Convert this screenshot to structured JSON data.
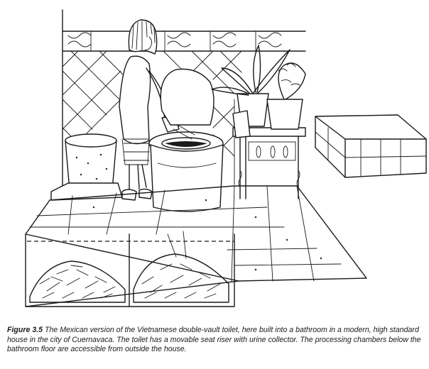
{
  "caption": {
    "label": "Figure 3.5",
    "text": " The Mexican version of the Vietnamese double-vault toilet, here built into a bathroom in a modern, high standard house in the city of Cuernavaca. The toilet has a movable seat riser with urine collector. The processing chambers below the bathroom floor are accessible from outside the house."
  },
  "figure": {
    "style": "black-ink line drawing",
    "subjects": [
      "girl-figure",
      "double-vault-toilet",
      "storage-basket",
      "plant-table",
      "bathtub",
      "processing-chambers"
    ]
  }
}
